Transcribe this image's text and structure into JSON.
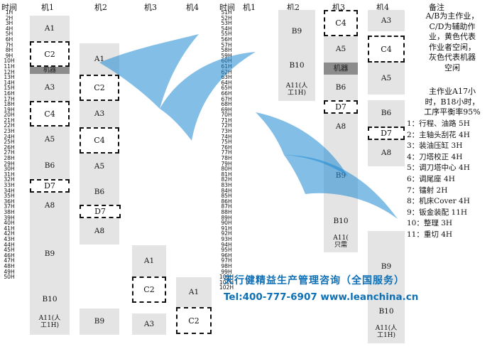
{
  "headers": {
    "time_left": "时间",
    "m1": "机1",
    "m2": "机2",
    "m3": "机3",
    "m4": "机4",
    "time_right": "时间",
    "m1_right": "机1",
    "m2_right": "机2",
    "m3_right": "机3",
    "m4_right": "机4",
    "remarks": "备注"
  },
  "time_left": [
    "1H",
    "2H",
    "3H",
    "4H",
    "5H",
    "6H",
    "7H",
    "8H",
    "9H",
    "10H",
    "11H",
    "12H",
    "13H",
    "14H",
    "15H",
    "16H",
    "17H",
    "18H",
    "19H",
    "20H",
    "21H",
    "22H",
    "23H",
    "24H",
    "25H",
    "26H",
    "27H",
    "28H",
    "29H",
    "30H",
    "31H",
    "32H",
    "33H",
    "34H",
    "35H",
    "36H",
    "37H",
    "38H",
    "39H",
    "40H",
    "41H",
    "42H",
    "43H",
    "44H",
    "45H",
    "46H",
    "47H",
    "48H",
    "49H",
    "50H"
  ],
  "time_right": [
    "51H",
    "52H",
    "53H",
    "54H",
    "55H",
    "56H",
    "57H",
    "58H",
    "59H",
    "60H",
    "61H",
    "62H",
    "63H",
    "64H",
    "65H",
    "66H",
    "67H",
    "68H",
    "69H",
    "70H",
    "71H",
    "72H",
    "73H",
    "74H",
    "75H",
    "76H",
    "77H",
    "78H",
    "79H",
    "80H",
    "81H",
    "82H",
    "83H",
    "84H",
    "85H",
    "86H",
    "87H",
    "88H",
    "89H",
    "90H",
    "91H",
    "92H",
    "93H",
    "94H",
    "95H",
    "96H",
    "97H",
    "98H",
    "99H",
    "100H",
    "101H",
    "102H"
  ],
  "blocks": {
    "l_m1_A1": "A1",
    "l_m1_C2": "C2",
    "l_m1_machine": "机器",
    "l_m1_A3": "A3",
    "l_m1_C4": "C4",
    "l_m1_A5": "A5",
    "l_m1_B6": "B6",
    "l_m1_D7": "D7",
    "l_m1_A8": "A8",
    "l_m1_B9": "B9",
    "l_m1_B10": "B10",
    "l_m1_A11": "A11(人\n工1H)",
    "l_m2_A1": "A1",
    "l_m2_C2": "C2",
    "l_m2_A3": "A3",
    "l_m2_C4": "C4",
    "l_m2_A5": "A5",
    "l_m2_B6": "B6",
    "l_m2_D7": "D7",
    "l_m2_A8": "A8",
    "l_m2_B9": "B9",
    "l_m3_A1": "A1",
    "l_m3_C2": "C2",
    "l_m3_A3": "A3",
    "l_m4_A1": "A1",
    "l_m4_C2": "C2",
    "r_m2_B9": "B9",
    "r_m2_B10": "B10",
    "r_m2_A11": "A11(人\n工1H)",
    "r_m3_C4": "C4",
    "r_m3_A5": "A5",
    "r_m3_machine": "机器",
    "r_m3_B6": "B6",
    "r_m3_D7": "D7",
    "r_m3_A8": "A8",
    "r_m3_B9": "B9",
    "r_m3_B10": "B10",
    "r_m3_A11": "A11(\n只需",
    "r_m4_A3": "A3",
    "r_m4_C4": "C4",
    "r_m4_A5": "A5",
    "r_m4_B6": "B6",
    "r_m4_D7": "D7",
    "r_m4_A8": "A8",
    "r_m4_B9": "B9",
    "r_m4_B10": "B10",
    "r_m4_A11": "A11(人\n工1H)"
  },
  "notes": {
    "legend": "A/B为主作业，\nC/D为辅助作\n业，黄色代表\n作业者空闲，\n灰色代表机器\n空闲",
    "summary": "主作业A17小\n时，B18小时，\n工序平衡率95%",
    "steps": [
      "1：行程、油路 5H",
      "2：主轴头刮花 4H",
      "3：装油压缸 3H",
      "4：刀塔校正 4H",
      "5：调刀塔中心 4H",
      "6：调尾座 4H",
      "7：镭射 2H",
      "8：机床Cover 4H",
      "9：钣金装配 11H",
      "10：整理 3H",
      "11：重切 4H"
    ]
  },
  "watermark": {
    "line1": "天行健精益生产管理咨询（全国服务）",
    "line2": "Tel:400-777-6907 www.leanchina.cn"
  },
  "colors": {
    "block": "#e4e4e4",
    "machine_idle": "#8c8c8c",
    "logo_blue": "#1e88d2",
    "watermark": "#0e6fb5"
  }
}
